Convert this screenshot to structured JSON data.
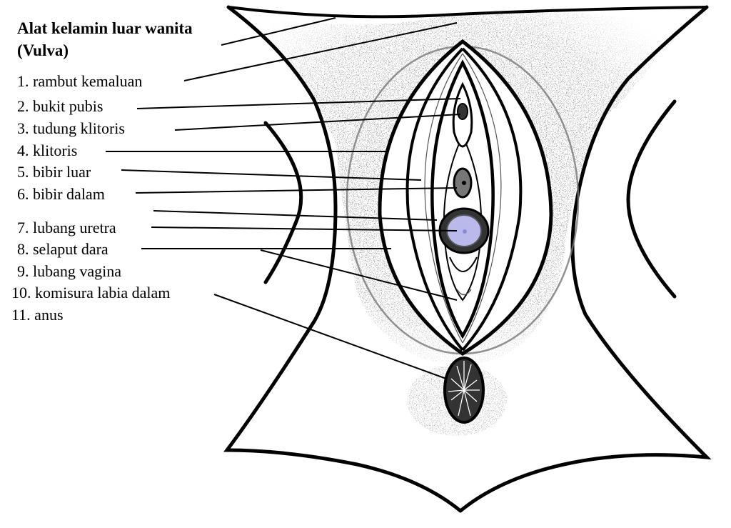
{
  "diagram": {
    "title_line1": "Alat kelamin luar wanita",
    "title_line2": "(Vulva)",
    "labels": [
      "1. rambut kemaluan",
      "2. bukit pubis",
      "3. tudung klitoris",
      "4. klitoris",
      "5. bibir luar",
      "6. bibir dalam",
      "7. lubang uretra",
      "8. selaput dara",
      "9. lubang vagina",
      "10. komisura labia dalam",
      "11. anus"
    ]
  },
  "colors": {
    "outline": "#000000",
    "hair_shading": "#9a9a9a",
    "vaginal_opening": "#b9b9ec",
    "background": "#ffffff"
  }
}
